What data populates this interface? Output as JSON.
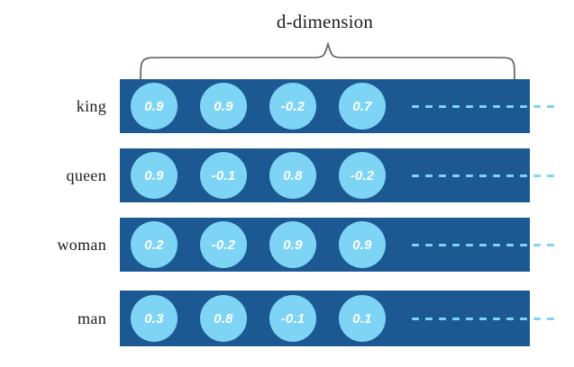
{
  "figure": {
    "title": "d-dimension",
    "brace_label": "d-dimension",
    "colors": {
      "band": "#1c5993",
      "cell": "#7ed4f5",
      "cell_text": "#ffffff",
      "label_text": "#1c1c1c",
      "brace_stroke": "#5a5a5a",
      "background": "#ffffff"
    },
    "ellipsis_dot_count": 11
  },
  "chart_data": {
    "type": "table",
    "title": "d-dimension",
    "xlabel": "d-dimension",
    "ylabel": "",
    "categories": [
      "king",
      "queen",
      "woman",
      "man"
    ],
    "series": [
      {
        "name": "king",
        "values": [
          0.9,
          0.9,
          -0.2,
          0.7
        ]
      },
      {
        "name": "queen",
        "values": [
          0.9,
          -0.1,
          0.8,
          -0.2
        ]
      },
      {
        "name": "woman",
        "values": [
          0.2,
          -0.2,
          0.9,
          0.9
        ]
      },
      {
        "name": "man",
        "values": [
          0.3,
          0.8,
          -0.1,
          0.1
        ]
      }
    ],
    "annotations": [
      "d-dimension"
    ],
    "legend": []
  },
  "rows": [
    {
      "label": "king",
      "cells": [
        "0.9",
        "0.9",
        "-0.2",
        "0.7"
      ]
    },
    {
      "label": "queen",
      "cells": [
        "0.9",
        "-0.1",
        "0.8",
        "-0.2"
      ]
    },
    {
      "label": "woman",
      "cells": [
        "0.2",
        "-0.2",
        "0.9",
        "0.9"
      ]
    },
    {
      "label": "man",
      "cells": [
        "0.3",
        "0.8",
        "-0.1",
        "0.1"
      ]
    }
  ]
}
